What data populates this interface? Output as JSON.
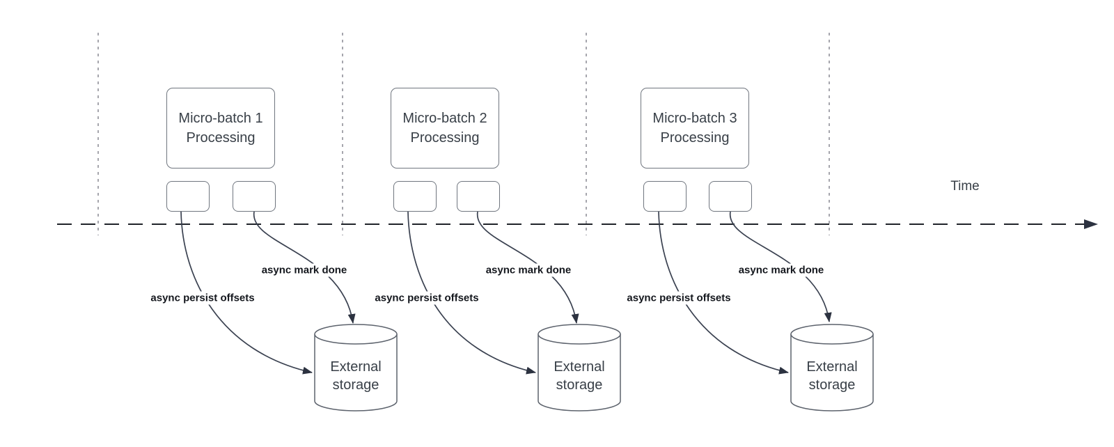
{
  "timeline": {
    "label": "Time"
  },
  "groups": [
    {
      "batch_title": "Micro-batch 1",
      "batch_subtitle": "Processing",
      "persist_label": "async persist offsets",
      "mark_label": "async mark done",
      "storage_line1": "External",
      "storage_line2": "storage"
    },
    {
      "batch_title": "Micro-batch 2",
      "batch_subtitle": "Processing",
      "persist_label": "async persist offsets",
      "mark_label": "async mark done",
      "storage_line1": "External",
      "storage_line2": "storage"
    },
    {
      "batch_title": "Micro-batch 3",
      "batch_subtitle": "Processing",
      "persist_label": "async persist offsets",
      "mark_label": "async mark done",
      "storage_line1": "External",
      "storage_line2": "storage"
    }
  ],
  "colors": {
    "background": "#ffffff",
    "box_border": "#6f757e",
    "box_text": "#383f47",
    "annotation_text": "#14171d",
    "arrow_stroke": "#3a4150",
    "arrowhead_fill": "#2c3240",
    "timeline_stroke": "#1f2329",
    "guide_line": "#a6a6ad",
    "cylinder_stroke": "#5c626c"
  }
}
